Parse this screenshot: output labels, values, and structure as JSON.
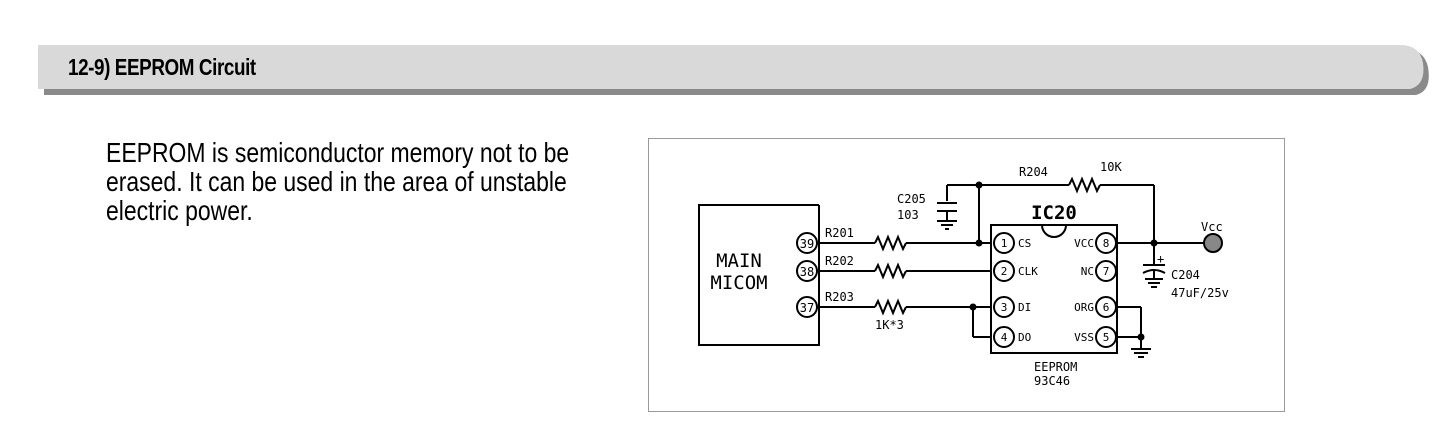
{
  "section": {
    "title": "12-9) EEPROM Circuit"
  },
  "description": {
    "lines": [
      "EEPROM is semiconductor memory not to be",
      "erased. It can be used in the area of unstable",
      "electric power."
    ]
  },
  "schematic": {
    "main_micom": {
      "line1": "MAIN",
      "line2": "MICOM",
      "pins": [
        "39",
        "38",
        "37"
      ]
    },
    "resistors": {
      "r201": "R201",
      "r202": "R202",
      "r203": "R203",
      "value": "1K*3",
      "r204": "R204",
      "r204_value": "10K"
    },
    "c205": {
      "label": "C205",
      "value": "103"
    },
    "c204": {
      "label": "C204",
      "value": "47uF/25v"
    },
    "ic": {
      "label": "IC20",
      "pins_left": [
        {
          "num": "1",
          "name": "CS"
        },
        {
          "num": "2",
          "name": "CLK"
        },
        {
          "num": "3",
          "name": "DI"
        },
        {
          "num": "4",
          "name": "DO"
        }
      ],
      "pins_right": [
        {
          "num": "8",
          "name": "VCC"
        },
        {
          "num": "7",
          "name": "NC"
        },
        {
          "num": "6",
          "name": "ORG"
        },
        {
          "num": "5",
          "name": "VSS"
        }
      ],
      "part_line1": "EEPROM",
      "part_line2": "93C46"
    },
    "vcc": "Vcc",
    "plus": "+"
  }
}
